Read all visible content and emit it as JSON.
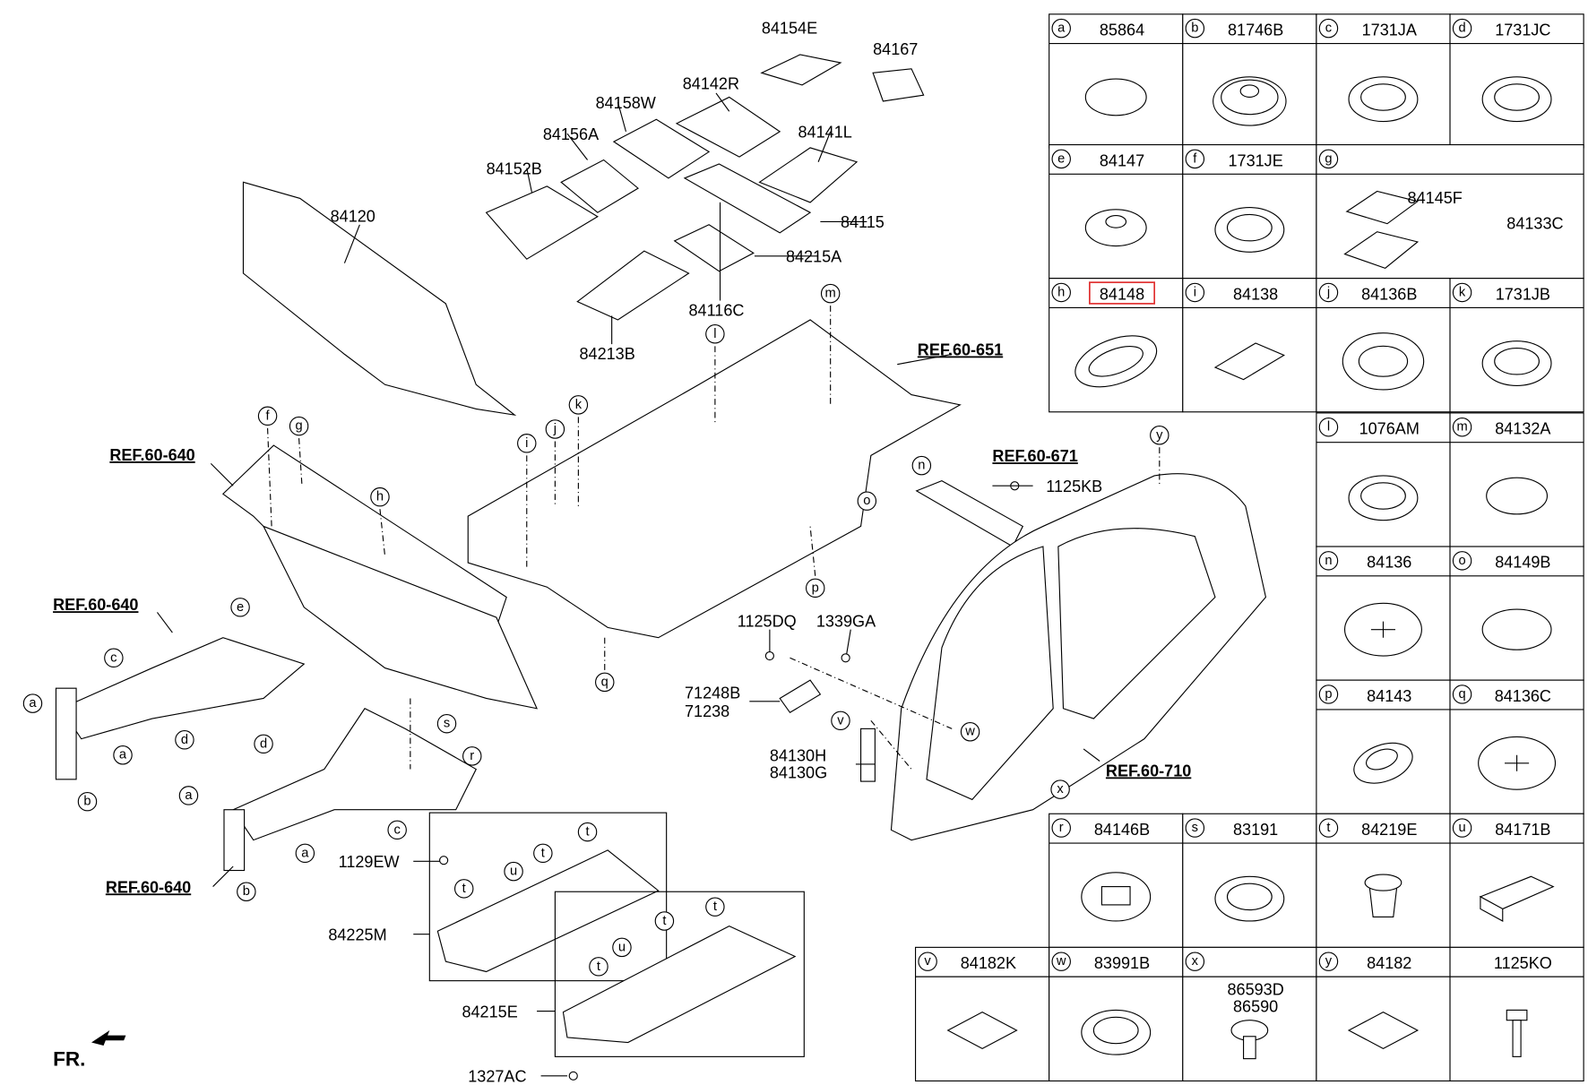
{
  "diagram": {
    "highlight_color": "#e03030",
    "highlighted_part": "84148",
    "orientation_label": "FR.",
    "callouts": [
      "84154E",
      "84167",
      "84142R",
      "84158W",
      "84141L",
      "84156A",
      "84152B",
      "84120",
      "84115",
      "84215A",
      "84116C",
      "84213B",
      "REF.60-651",
      "REF.60-640",
      "REF.60-671",
      "1125KB",
      "REF.60-640",
      "1125DQ",
      "1339GA",
      "71248B",
      "71238",
      "84130H",
      "84130G",
      "REF.60-710",
      "1129EW",
      "REF.60-640",
      "84225M",
      "84215E",
      "1327AC"
    ],
    "letter_markers": [
      "l",
      "m",
      "n",
      "o",
      "y",
      "k",
      "j",
      "i",
      "f",
      "g",
      "h",
      "e",
      "c",
      "a",
      "a",
      "d",
      "b",
      "d",
      "s",
      "r",
      "a",
      "a",
      "b",
      "c",
      "p",
      "q",
      "v",
      "w",
      "x",
      "t",
      "t",
      "t",
      "t",
      "t",
      "t",
      "u",
      "u"
    ]
  },
  "parts_table": [
    {
      "letter": "a",
      "part": "85864",
      "icon": "round-plug"
    },
    {
      "letter": "b",
      "part": "81746B",
      "icon": "grommet-with-nipple"
    },
    {
      "letter": "c",
      "part": "1731JA",
      "icon": "ring-grommet"
    },
    {
      "letter": "d",
      "part": "1731JC",
      "icon": "ring-grommet"
    },
    {
      "letter": "e",
      "part": "84147",
      "icon": "plug-with-tab"
    },
    {
      "letter": "f",
      "part": "1731JE",
      "icon": "ring-grommet"
    },
    {
      "letter": "g",
      "part": "",
      "sub": [
        "84145F",
        "84133C"
      ],
      "icon": "rectangular-plug-set"
    },
    {
      "letter": "h",
      "part": "84148",
      "icon": "oval-grommet",
      "highlighted": true
    },
    {
      "letter": "i",
      "part": "84138",
      "icon": "rectangular-pad"
    },
    {
      "letter": "j",
      "part": "84136B",
      "icon": "toothed-grommet"
    },
    {
      "letter": "k",
      "part": "1731JB",
      "icon": "ring-grommet"
    },
    {
      "letter": "l",
      "part": "1076AM",
      "icon": "ring-grommet"
    },
    {
      "letter": "m",
      "part": "84132A",
      "icon": "round-plug"
    },
    {
      "letter": "n",
      "part": "84136",
      "icon": "star-plug"
    },
    {
      "letter": "o",
      "part": "84149B",
      "icon": "flat-oval"
    },
    {
      "letter": "p",
      "part": "84143",
      "icon": "oval-plug"
    },
    {
      "letter": "q",
      "part": "84136C",
      "icon": "star-plug"
    },
    {
      "letter": "r",
      "part": "84146B",
      "icon": "square-grommet"
    },
    {
      "letter": "s",
      "part": "83191",
      "icon": "ring-grommet"
    },
    {
      "letter": "t",
      "part": "84219E",
      "icon": "clip-nut"
    },
    {
      "letter": "u",
      "part": "84171B",
      "icon": "block-pad"
    },
    {
      "letter": "v",
      "part": "84182K",
      "icon": "square-pad"
    },
    {
      "letter": "w",
      "part": "83991B",
      "icon": "ring-grommet"
    },
    {
      "letter": "x",
      "part": "86593D",
      "sub": [
        "86590"
      ],
      "icon": "push-clip"
    },
    {
      "letter": "y",
      "part": "84182",
      "icon": "square-pad"
    },
    {
      "letter": "",
      "part": "1125KO",
      "icon": "bolt"
    }
  ]
}
